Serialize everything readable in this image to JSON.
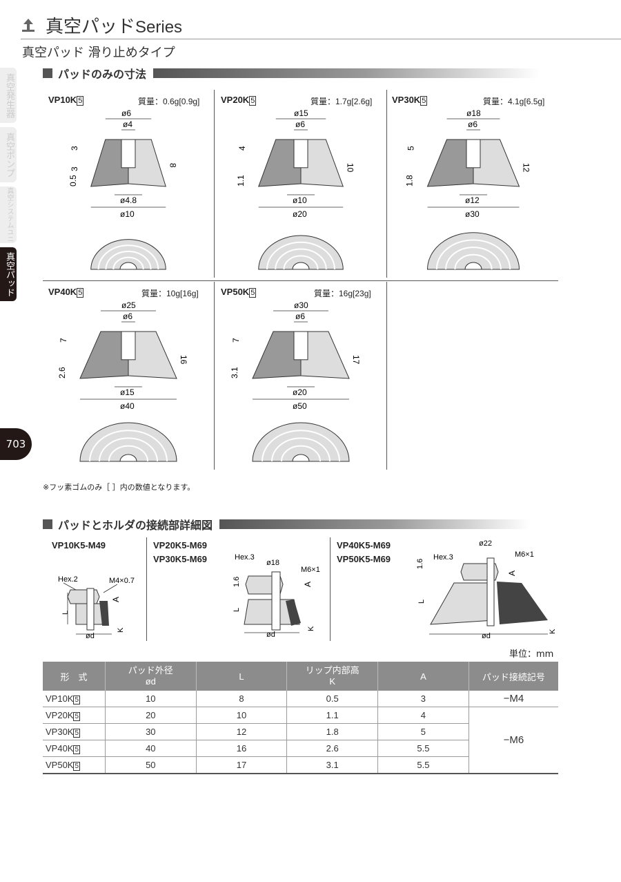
{
  "header": {
    "title_main": "真空パッド",
    "title_series": "Series",
    "subtitle": "真空パッド 滑り止めタイプ"
  },
  "side_tabs": [
    "真空発生器",
    "真空ポンプ",
    "真空システムユニット",
    "真空パッド"
  ],
  "page_number": "703",
  "section1": {
    "title": "パッドのみの寸法"
  },
  "pads": [
    {
      "model": "VP10K",
      "suffix": "5",
      "mass": "質量：0.6g[0.9g]",
      "dims": {
        "top_dia": "ø6",
        "inner_dia": "ø4",
        "h1": "3",
        "h2": "3",
        "h3": "0.5",
        "total_h": "8",
        "lip_dia": "ø4.8",
        "outer_dia": "ø10"
      }
    },
    {
      "model": "VP20K",
      "suffix": "5",
      "mass": "質量：1.7g[2.6g]",
      "dims": {
        "top_dia": "ø15",
        "inner_dia": "ø6",
        "h1": "4",
        "h3": "1.1",
        "total_h": "10",
        "lip_dia": "ø10",
        "outer_dia": "ø20"
      }
    },
    {
      "model": "VP30K",
      "suffix": "5",
      "mass": "質量：4.1g[6.5g]",
      "dims": {
        "top_dia": "ø18",
        "inner_dia": "ø6",
        "h1": "5",
        "h3": "1.8",
        "total_h": "12",
        "lip_dia": "ø12",
        "outer_dia": "ø30"
      }
    },
    {
      "model": "VP40K",
      "suffix": "5",
      "mass": "質量：10g[16g]",
      "dims": {
        "top_dia": "ø25",
        "inner_dia": "ø6",
        "h1": "7",
        "h3": "2.6",
        "total_h": "16",
        "lip_dia": "ø15",
        "outer_dia": "ø40"
      }
    },
    {
      "model": "VP50K",
      "suffix": "5",
      "mass": "質量：16g[23g]",
      "dims": {
        "top_dia": "ø30",
        "inner_dia": "ø6",
        "h1": "7",
        "h3": "3.1",
        "total_h": "17",
        "lip_dia": "ø20",
        "outer_dia": "ø50"
      }
    }
  ],
  "note": "※フッ素ゴムのみ［ ］内の数値となります。",
  "section2": {
    "title": "パッドとホルダの接続部詳細図"
  },
  "connections": [
    {
      "models": [
        "VP10K5-M49"
      ],
      "labels": {
        "hex": "Hex.2",
        "thread": "M4×0.7",
        "a": "A",
        "l": "L",
        "d": "ød",
        "k": "K"
      }
    },
    {
      "models": [
        "VP20K5-M69",
        "VP30K5-M69"
      ],
      "labels": {
        "hex": "Hex.3",
        "dia": "ø18",
        "thread": "M6×1",
        "h": "1.6",
        "a": "A",
        "l": "L",
        "d": "ød",
        "k": "K"
      }
    },
    {
      "models": [
        "VP40K5-M69",
        "VP50K5-M69"
      ],
      "labels": {
        "hex": "Hex.3",
        "dia": "ø22",
        "thread": "M6×1",
        "h": "1.6",
        "a": "A",
        "l": "L",
        "d": "ød",
        "k": "K"
      }
    }
  ],
  "unit": "単位：mm",
  "table": {
    "headers": [
      "形　式",
      "パッド外径\nød",
      "L",
      "リップ内部高\nK",
      "A",
      "パッド接続記号"
    ],
    "rows": [
      {
        "model": "VP10K",
        "suffix": "5",
        "d": "10",
        "l": "8",
        "k": "0.5",
        "a": "3"
      },
      {
        "model": "VP20K",
        "suffix": "5",
        "d": "20",
        "l": "10",
        "k": "1.1",
        "a": "4"
      },
      {
        "model": "VP30K",
        "suffix": "5",
        "d": "30",
        "l": "12",
        "k": "1.8",
        "a": "5"
      },
      {
        "model": "VP40K",
        "suffix": "5",
        "d": "40",
        "l": "16",
        "k": "2.6",
        "a": "5.5"
      },
      {
        "model": "VP50K",
        "suffix": "5",
        "d": "50",
        "l": "17",
        "k": "3.1",
        "a": "5.5"
      }
    ],
    "conn_m4": "−M4",
    "conn_m6": "−M6"
  }
}
